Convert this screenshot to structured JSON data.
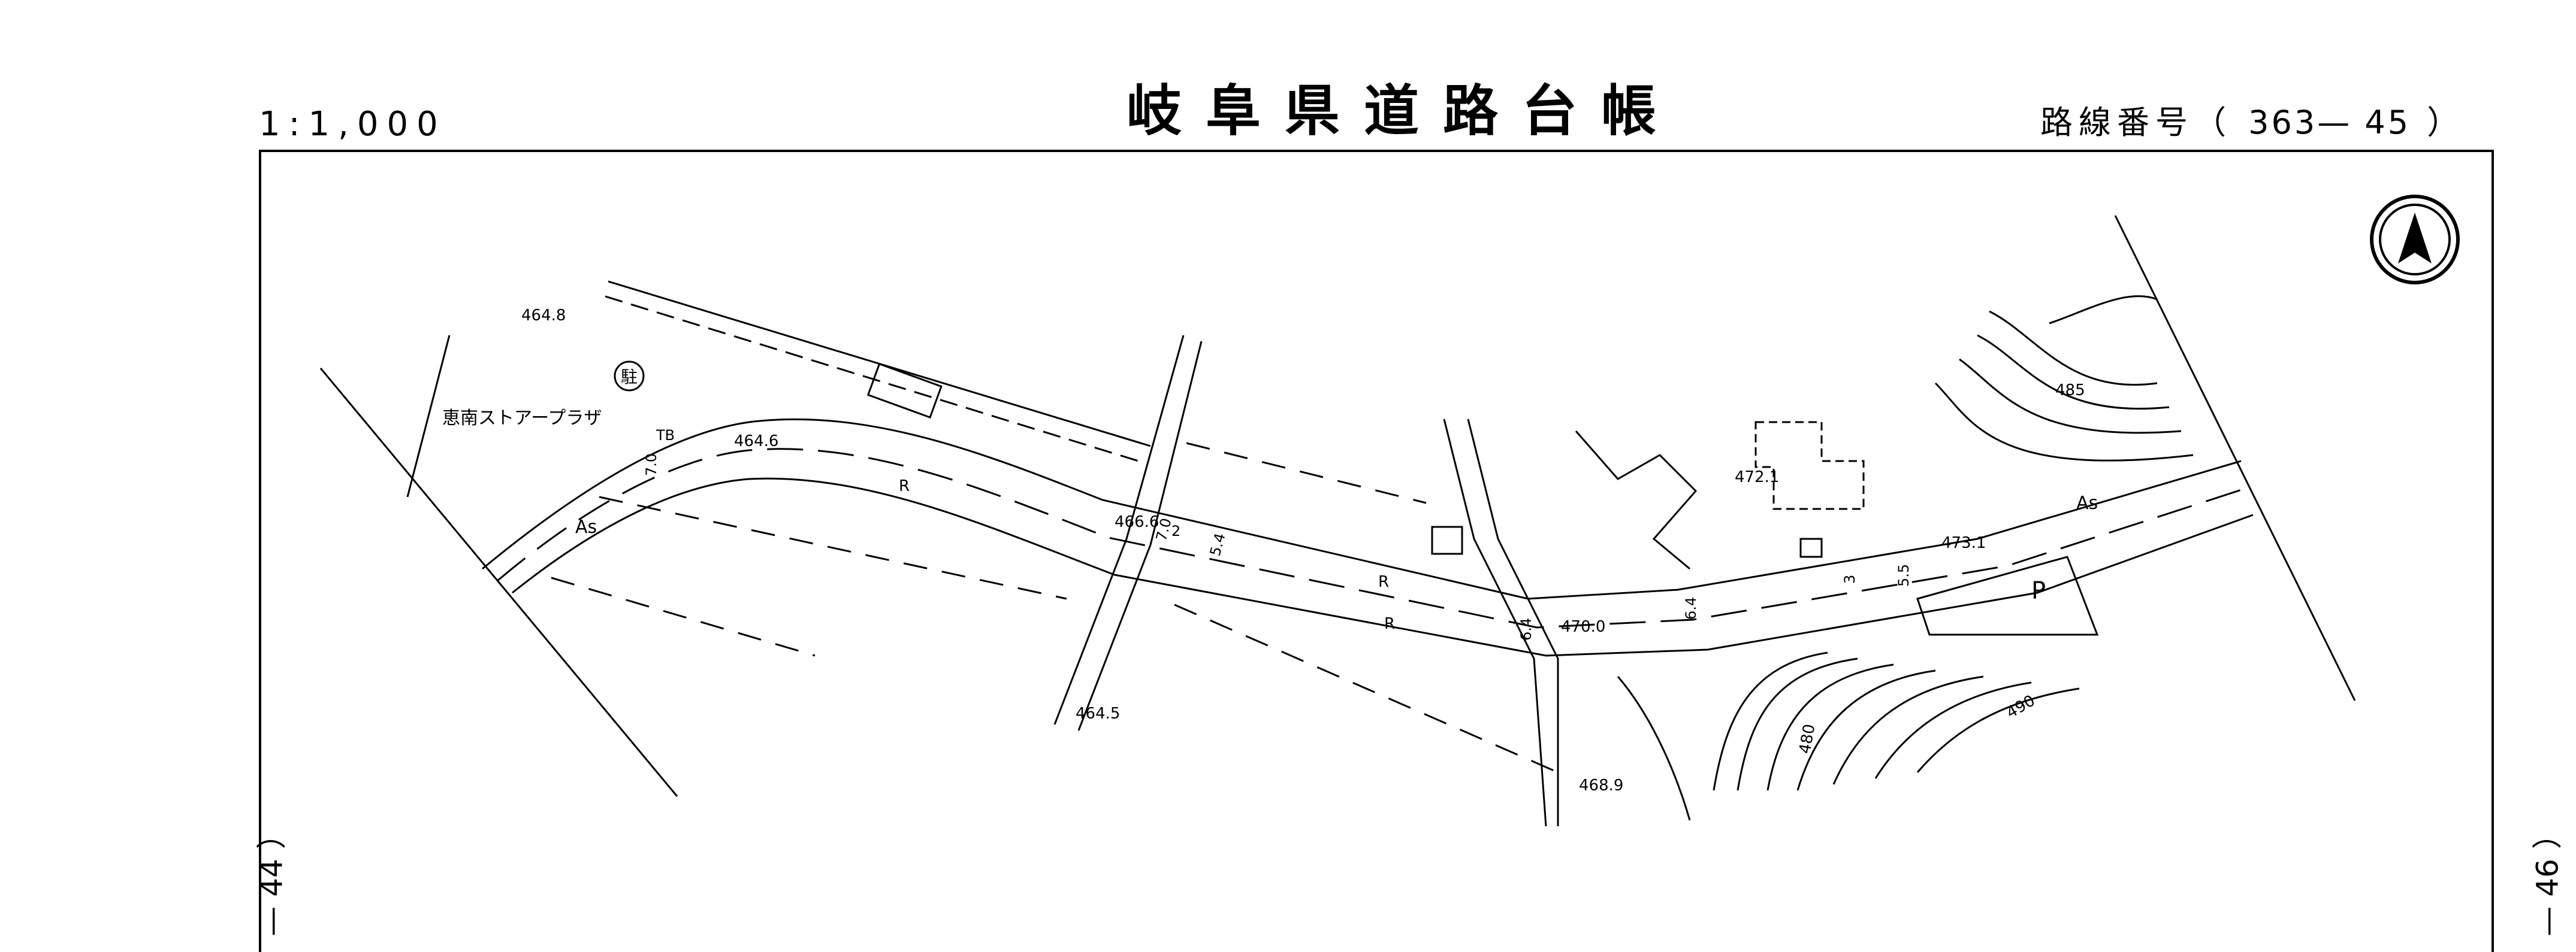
{
  "header": {
    "scale": "1:1,000",
    "title": "岐阜県道路台帳",
    "route_label": "路線番号（",
    "route_number": "363— 45",
    "route_close": "）"
  },
  "sheet_refs": {
    "left": "— 44 ）",
    "right": "— 46 ）"
  },
  "map": {
    "place_name": "恵南ストアープラザ",
    "elevations": [
      "464.8",
      "464.6",
      "466.6",
      "464.5",
      "470.0",
      "472.1",
      "473.1",
      "468.9"
    ],
    "contours": [
      "485",
      "480",
      "490"
    ],
    "road_surface": "As",
    "road_marks": [
      "R"
    ],
    "widths": [
      "7.0",
      "7.0",
      "5.4",
      "6.4",
      "6.4",
      "3",
      "5.5",
      "2"
    ],
    "parking": "P",
    "parking_lot_symbol": "駐",
    "tb": "TB",
    "north_arrow": "north-arrow-icon"
  },
  "colors": {
    "ink": "#000000",
    "paper": "#ffffff"
  }
}
